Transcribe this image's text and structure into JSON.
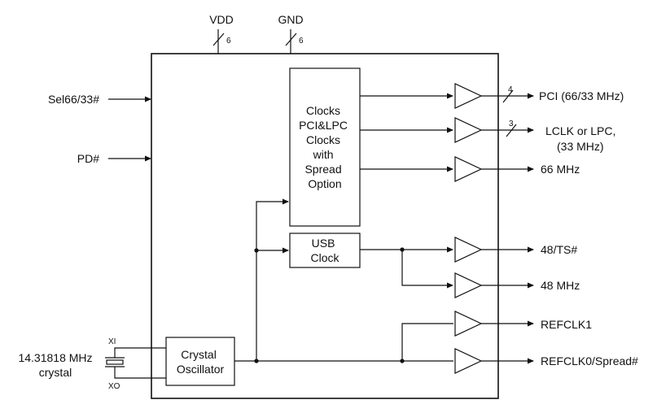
{
  "power": {
    "vdd": "VDD",
    "vdd_count": "6",
    "gnd": "GND",
    "gnd_count": "6"
  },
  "inputs": {
    "sel": "Sel66/33#",
    "pd": "PD#"
  },
  "crystal": {
    "freq": "14.31818 MHz",
    "word": "crystal",
    "xi": "XI",
    "xo": "XO"
  },
  "blocks": {
    "clocks": [
      "Clocks",
      "PCI&LPC",
      "Clocks",
      "with",
      "Spread",
      "Option"
    ],
    "usb": [
      "USB",
      "Clock"
    ],
    "osc": [
      "Crystal",
      "Oscillator"
    ]
  },
  "outputs": {
    "pci": "PCI (66/33 MHz)",
    "pci_count": "4",
    "lclk1": "LCLK or LPC,",
    "lclk2": "(33 MHz)",
    "lclk_count": "3",
    "mhz66": "66 MHz",
    "ts48": "48/TS#",
    "mhz48": "48 MHz",
    "refclk1": "REFCLK1",
    "refclk0": "REFCLK0/Spread#"
  }
}
